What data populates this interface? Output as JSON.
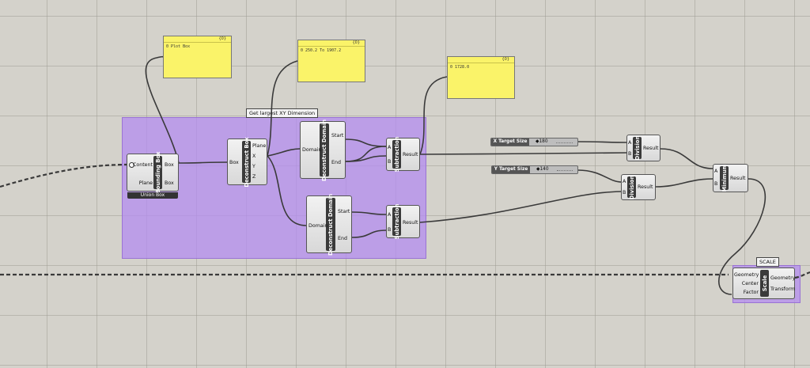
{
  "group_main": {
    "label": "Get largest XY Dimension",
    "color": "#b98cf0"
  },
  "group_scale": {
    "label": "SCALE",
    "color": "#b98cf0"
  },
  "bounding_box": {
    "name": "Bounding Box",
    "inputs": [
      "Content",
      "Plane"
    ],
    "outputs": [
      "Box",
      "Box"
    ],
    "footer": "Union Box"
  },
  "deconstruct_box": {
    "name": "Deconstruct Box",
    "inputs": [
      "Box"
    ],
    "outputs": [
      "Plane",
      "X",
      "Y",
      "Z"
    ]
  },
  "deconstruct_domain_1": {
    "name": "Deconstruct Domain",
    "inputs": [
      "Domain"
    ],
    "outputs": [
      "Start",
      "End"
    ]
  },
  "deconstruct_domain_2": {
    "name": "Deconstruct Domain",
    "inputs": [
      "Domain"
    ],
    "outputs": [
      "Start",
      "End"
    ]
  },
  "subtraction_1": {
    "name": "Subtraction",
    "inputs": [
      "A",
      "B"
    ],
    "outputs": [
      "Result"
    ]
  },
  "subtraction_2": {
    "name": "Subtraction",
    "inputs": [
      "A",
      "B"
    ],
    "outputs": [
      "Result"
    ]
  },
  "division_1": {
    "name": "Division",
    "inputs": [
      "A",
      "B"
    ],
    "outputs": [
      "Result"
    ]
  },
  "division_2": {
    "name": "Division",
    "inputs": [
      "A",
      "B"
    ],
    "outputs": [
      "Result"
    ]
  },
  "minimum": {
    "name": "Minimum",
    "inputs": [
      "A",
      "B"
    ],
    "outputs": [
      "Result"
    ]
  },
  "scale": {
    "name": "Scale",
    "inputs": [
      "Geometry",
      "Center",
      "Factor"
    ],
    "outputs": [
      "Geometry",
      "Transform"
    ]
  },
  "sliders": [
    {
      "label": "X Target Size",
      "value": "180"
    },
    {
      "label": "Y Target Size",
      "value": "140"
    }
  ],
  "panels": [
    {
      "header": "{0}",
      "text": "0 Plot Box"
    },
    {
      "header": "{0}",
      "text": "0 250.2 To 1907.2"
    },
    {
      "header": "{0}",
      "text": "0 1728.0"
    }
  ],
  "colors": {
    "panel": "#faf369",
    "group": "#b98cf0",
    "canvas": "#d4d2cb",
    "wire": "#3a3a3a"
  }
}
